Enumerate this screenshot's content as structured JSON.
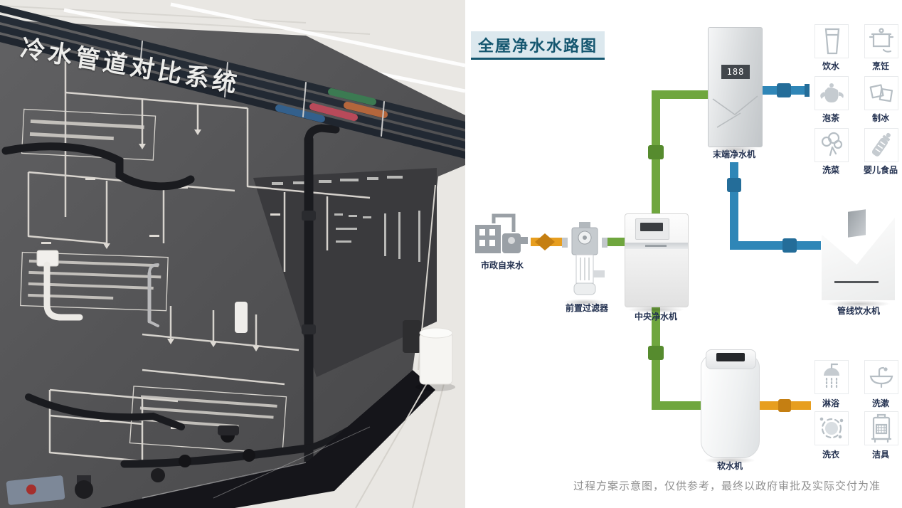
{
  "photo": {
    "title": "冷水管道对比系统"
  },
  "diagram": {
    "title": "全屋净水水路图",
    "colors": {
      "green": "#6fa63e",
      "blue": "#2f86b7",
      "orange": "#e79e1f",
      "title_blue": "#14566f"
    },
    "devices": {
      "municipal": {
        "label": "市政自来水",
        "icon": "factory-building-icon"
      },
      "prefilter": {
        "label": "前置过滤器",
        "icon": "prefilter-unit-icon"
      },
      "central": {
        "label": "中央净水机",
        "icon": "central-purifier-icon"
      },
      "terminal": {
        "label": "末端净水机",
        "display": "188",
        "icon": "terminal-purifier-icon"
      },
      "dispenser": {
        "label": "管线饮水机",
        "icon": "pipeline-dispenser-icon"
      },
      "softener": {
        "label": "软水机",
        "icon": "water-softener-icon"
      }
    },
    "usage_top": [
      {
        "label": "饮水",
        "icon": "water-glass-icon"
      },
      {
        "label": "烹饪",
        "icon": "cooking-pot-icon"
      },
      {
        "label": "泡茶",
        "icon": "teapot-icon"
      },
      {
        "label": "制冰",
        "icon": "ice-cubes-icon"
      },
      {
        "label": "洗菜",
        "icon": "vegetables-icon"
      },
      {
        "label": "婴儿食品",
        "icon": "baby-bottle-icon"
      }
    ],
    "usage_bottom": [
      {
        "label": "淋浴",
        "icon": "shower-icon"
      },
      {
        "label": "洗漱",
        "icon": "washbasin-icon"
      },
      {
        "label": "洗衣",
        "icon": "washing-machine-icon"
      },
      {
        "label": "洁具",
        "icon": "appliance-icon"
      }
    ],
    "disclaimer": "过程方案示意图，仅供参考，最终以政府审批及实际交付为准"
  }
}
